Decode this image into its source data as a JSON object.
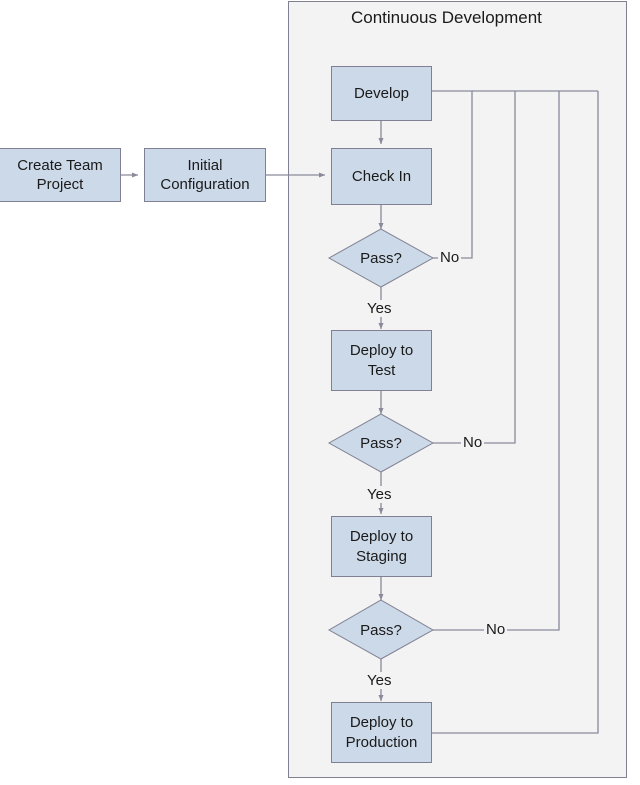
{
  "diagram": {
    "type": "flowchart",
    "panel": {
      "title": "Continuous Development",
      "fill": "#f3f3f3",
      "border": "#7f8091"
    },
    "theme": {
      "node_fill": "#ccd9e8",
      "node_border": "#7f8091",
      "connector": "#8a8a9b",
      "text": "#1a1a1a",
      "page_background": "#ffffff"
    },
    "nodes": [
      {
        "id": "create-team-project",
        "label": "Create Team\nProject",
        "shape": "process"
      },
      {
        "id": "initial-configuration",
        "label": "Initial\nConfiguration",
        "shape": "process"
      },
      {
        "id": "develop",
        "label": "Develop",
        "shape": "process"
      },
      {
        "id": "check-in",
        "label": "Check In",
        "shape": "process"
      },
      {
        "id": "pass-1",
        "label": "Pass?",
        "shape": "decision"
      },
      {
        "id": "deploy-to-test",
        "label": "Deploy to\nTest",
        "shape": "process"
      },
      {
        "id": "pass-2",
        "label": "Pass?",
        "shape": "decision"
      },
      {
        "id": "deploy-to-staging",
        "label": "Deploy to\nStaging",
        "shape": "process"
      },
      {
        "id": "pass-3",
        "label": "Pass?",
        "shape": "decision"
      },
      {
        "id": "deploy-to-production",
        "label": "Deploy to\nProduction",
        "shape": "process"
      }
    ],
    "edge_labels": {
      "pass1_no": "No",
      "pass1_yes": "Yes",
      "pass2_no": "No",
      "pass2_yes": "Yes",
      "pass3_no": "No",
      "pass3_yes": "Yes"
    },
    "edges": [
      {
        "from": "create-team-project",
        "to": "initial-configuration",
        "label": ""
      },
      {
        "from": "initial-configuration",
        "to": "check-in",
        "label": ""
      },
      {
        "from": "develop",
        "to": "check-in",
        "label": ""
      },
      {
        "from": "check-in",
        "to": "pass-1",
        "label": ""
      },
      {
        "from": "pass-1",
        "to": "develop",
        "label": "No"
      },
      {
        "from": "pass-1",
        "to": "deploy-to-test",
        "label": "Yes"
      },
      {
        "from": "deploy-to-test",
        "to": "pass-2",
        "label": ""
      },
      {
        "from": "pass-2",
        "to": "develop",
        "label": "No"
      },
      {
        "from": "pass-2",
        "to": "deploy-to-staging",
        "label": "Yes"
      },
      {
        "from": "deploy-to-staging",
        "to": "pass-3",
        "label": ""
      },
      {
        "from": "pass-3",
        "to": "develop",
        "label": "No"
      },
      {
        "from": "pass-3",
        "to": "deploy-to-production",
        "label": "Yes"
      },
      {
        "from": "deploy-to-production",
        "to": "develop",
        "label": ""
      }
    ]
  }
}
